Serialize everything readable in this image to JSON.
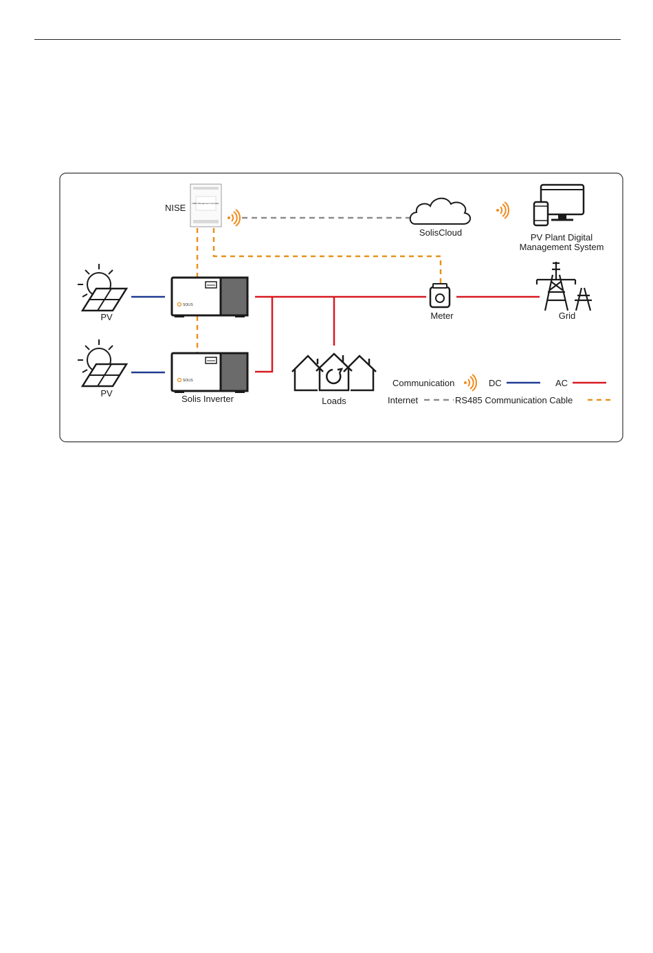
{
  "labels": {
    "nise": "NISE",
    "nise_device_text": "NISE Management Controller",
    "solis_cloud": "SolisCloud",
    "monitoring_line1": "PV Plant Digital",
    "monitoring_line2": "Management System",
    "pv_top": "PV",
    "pv_bottom": "PV",
    "inverter": "Solis Inverter",
    "inverter_logo_top": "SOLIS",
    "inverter_logo_bottom": "SOLIS",
    "meter": "Meter",
    "grid": "Grid",
    "loads": "Loads"
  },
  "legend": {
    "communication": "Communication",
    "dc": "DC",
    "ac": "AC",
    "internet": "Internet",
    "rs485": "RS485 Communication Cable"
  },
  "colors": {
    "dc": "#1f3a93",
    "ac": "#d71920",
    "rs485": "#e8901d",
    "internet": "#8a8a8a",
    "wifi": "#f08a1c",
    "inverter_panel": "#6b6b6b"
  }
}
